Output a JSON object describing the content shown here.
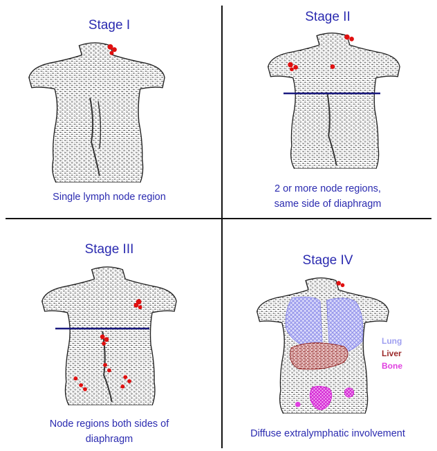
{
  "panels": [
    {
      "title": "Stage I",
      "caption_lines": [
        "Single lymph node region"
      ]
    },
    {
      "title": "Stage II",
      "caption_lines": [
        "2 or more node regions,",
        "same side of diaphragm"
      ]
    },
    {
      "title": "Stage III",
      "caption_lines": [
        "Node regions both sides of",
        "diaphragm"
      ]
    },
    {
      "title": "Stage IV",
      "caption_lines": [
        "Diffuse extralymphatic involvement"
      ]
    }
  ],
  "legend": [
    {
      "label": "Lung",
      "color": "#9f9ff0"
    },
    {
      "label": "Liver",
      "color": "#9b2a2a"
    },
    {
      "label": "Bone",
      "color": "#e040e0"
    }
  ],
  "colors": {
    "text": "#2b2bb0",
    "diaphragm_line": "#1a1a80",
    "lymph_node": "#e01010"
  }
}
